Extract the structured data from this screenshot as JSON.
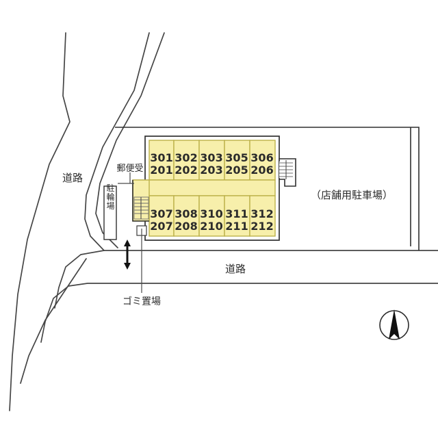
{
  "map": {
    "title": "apartment-site-plan",
    "colors": {
      "unit_fill": "#f7efab",
      "corridor_fill": "#f7efab",
      "unit_stroke": "#bcb14a",
      "line": "#3a3a3a",
      "road_line": "#4a4a4a",
      "text": "#2b2b2b",
      "stairs": "#808080",
      "background": "#ffffff"
    },
    "units": {
      "top_row": [
        {
          "upper": "301",
          "lower": "201"
        },
        {
          "upper": "302",
          "lower": "202"
        },
        {
          "upper": "303",
          "lower": "203"
        },
        {
          "upper": "305",
          "lower": "205"
        },
        {
          "upper": "306",
          "lower": "206"
        }
      ],
      "bottom_row": [
        {
          "upper": "307",
          "lower": "207"
        },
        {
          "upper": "308",
          "lower": "208"
        },
        {
          "upper": "310",
          "lower": "210"
        },
        {
          "upper": "311",
          "lower": "211"
        },
        {
          "upper": "312",
          "lower": "212"
        }
      ]
    },
    "labels": {
      "road_left": "道路",
      "road_bottom": "道路",
      "mailbox": "郵便受",
      "bicycle_parking": "駐輪場",
      "garbage_area": "ゴミ置場",
      "store_parking": "（店舗用駐車場）"
    },
    "icons": {
      "north": "north-arrow",
      "double_arrow": "double-headed-arrow",
      "stairs_right": "stairs",
      "stairs_center": "stairs",
      "garbage_marker": "garbage-point-marker"
    }
  }
}
